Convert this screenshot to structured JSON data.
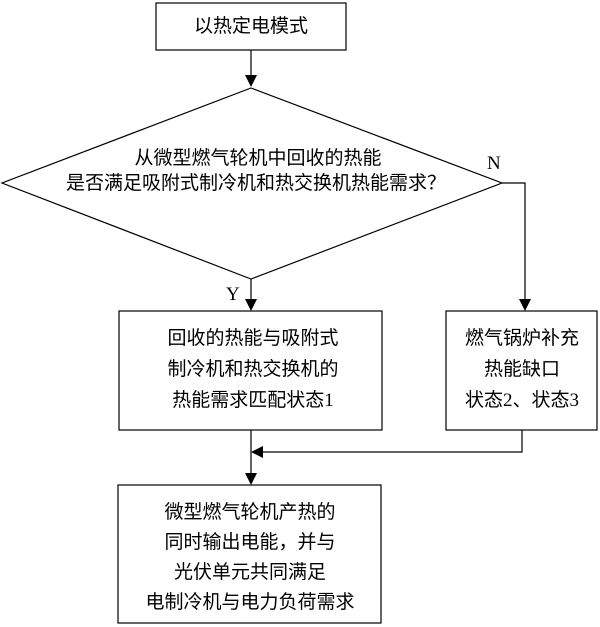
{
  "diagram": {
    "start": {
      "text": "以热定电模式"
    },
    "decision": {
      "lines": [
        "从微型燃气轮机中回收的热能",
        "是否满足吸附式制冷机和热交换机热能需求？"
      ],
      "yes_label": "Y",
      "no_label": "N"
    },
    "state1": {
      "lines": [
        "回收的热能与吸附式",
        "制冷机和热交换机的",
        "热能需求匹配状态1"
      ]
    },
    "state23": {
      "lines": [
        "燃气锅炉补充",
        "热能缺口",
        "状态2、状态3"
      ]
    },
    "result": {
      "lines": [
        "微型燃气轮机产热的",
        "同时输出电能，并与",
        "光伏单元共同满足",
        "电制冷机与电力负荷需求"
      ]
    }
  }
}
